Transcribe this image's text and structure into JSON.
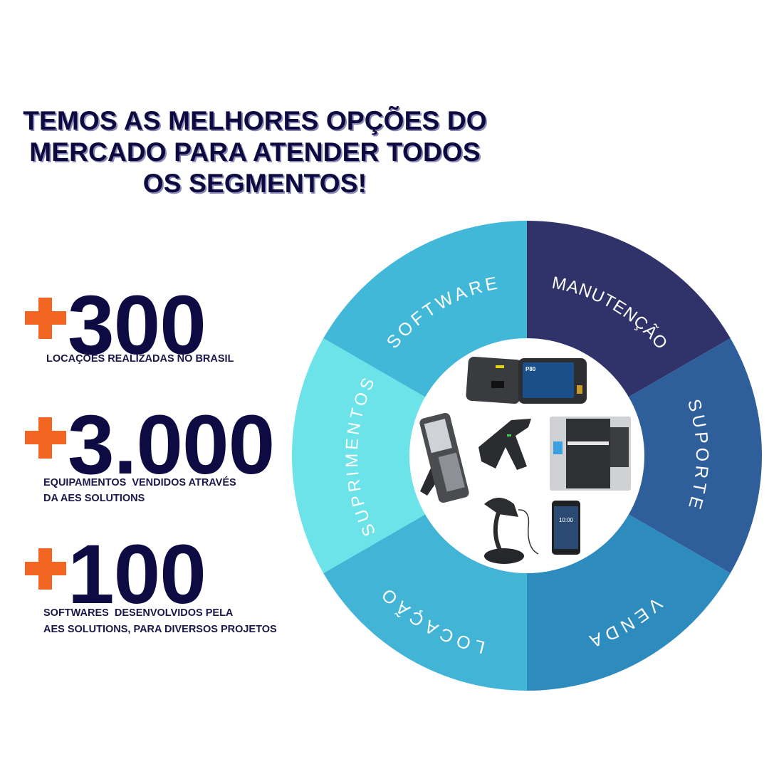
{
  "headline": {
    "lines": [
      "TEMOS AS MELHORES OPÇÕES DO",
      "MERCADO PARA ATENDER TODOS",
      "OS SEGMENTOS!"
    ]
  },
  "stats": [
    {
      "prefix": "+",
      "value": "300",
      "caption_lines": [
        "LOCAÇÕES REALIZADAS NO BRASIL"
      ]
    },
    {
      "prefix": "+",
      "value": "3.000",
      "caption_lines": [
        "EQUIPAMENTOS  VENDIDOS ATRAVÉS",
        "DA AES SOLUTIONS"
      ]
    },
    {
      "prefix": "+",
      "value": "100",
      "caption_lines": [
        "SOFTWARES  DESENVOLVIDOS PELA",
        "AES SOLUTIONS, PARA DIVERSOS PROJETOS"
      ]
    }
  ],
  "wheel": {
    "segments": [
      {
        "label": "MANUTENÇÃO",
        "color": "#2f3369"
      },
      {
        "label": "SUPORTE",
        "color": "#2f5f9b"
      },
      {
        "label": "VENDA",
        "color": "#2d8bbd"
      },
      {
        "label": "LOCAÇÃO",
        "color": "#42b5d7"
      },
      {
        "label": "SUPRIMENTOS",
        "color": "#6be3e8"
      },
      {
        "label": "SOFTWARE",
        "color": "#42b8d8"
      }
    ],
    "center_image": {
      "devices": [
        "rugged-tablet",
        "handheld-computer",
        "rfid-sled",
        "industrial-label-printer",
        "handheld-barcode-scanner",
        "smartphone-mobile-computer"
      ],
      "tablet_screen_text": "P80",
      "phone_screen_text": "10:00"
    }
  },
  "colors": {
    "accent": "#f26522",
    "text": "#0e0b42"
  }
}
